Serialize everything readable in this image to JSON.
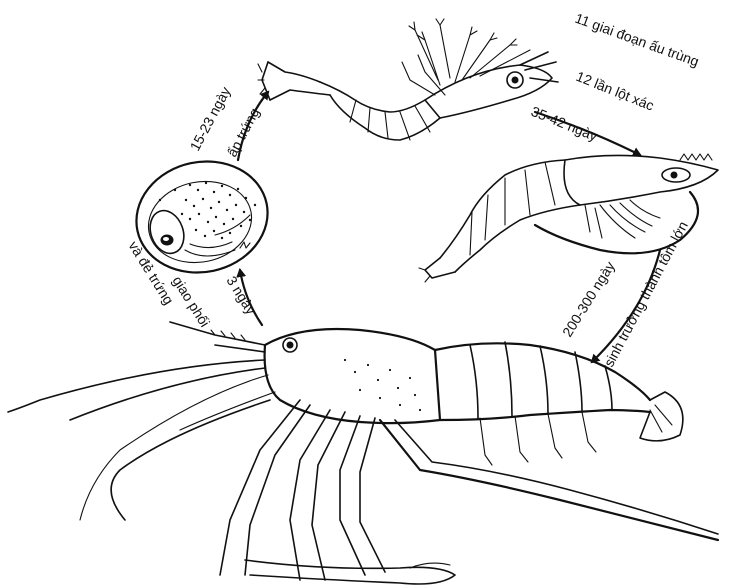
{
  "labels": {
    "larval_stages": "11 giai đoạn ấu trùng",
    "molts": "12 lần lột xác",
    "larval_duration": "35-42 ngày",
    "incubation_days": "15-23 ngày",
    "incubation": "ấp trứng",
    "growth_duration": "200-300 ngày",
    "growth": "sinh trưởng thành tôm lớn",
    "mating_days": "3 ngày",
    "mating": "giao phối",
    "spawning": "và đẻ trứng"
  },
  "colors": {
    "ink": "#111111",
    "background": "#ffffff"
  }
}
